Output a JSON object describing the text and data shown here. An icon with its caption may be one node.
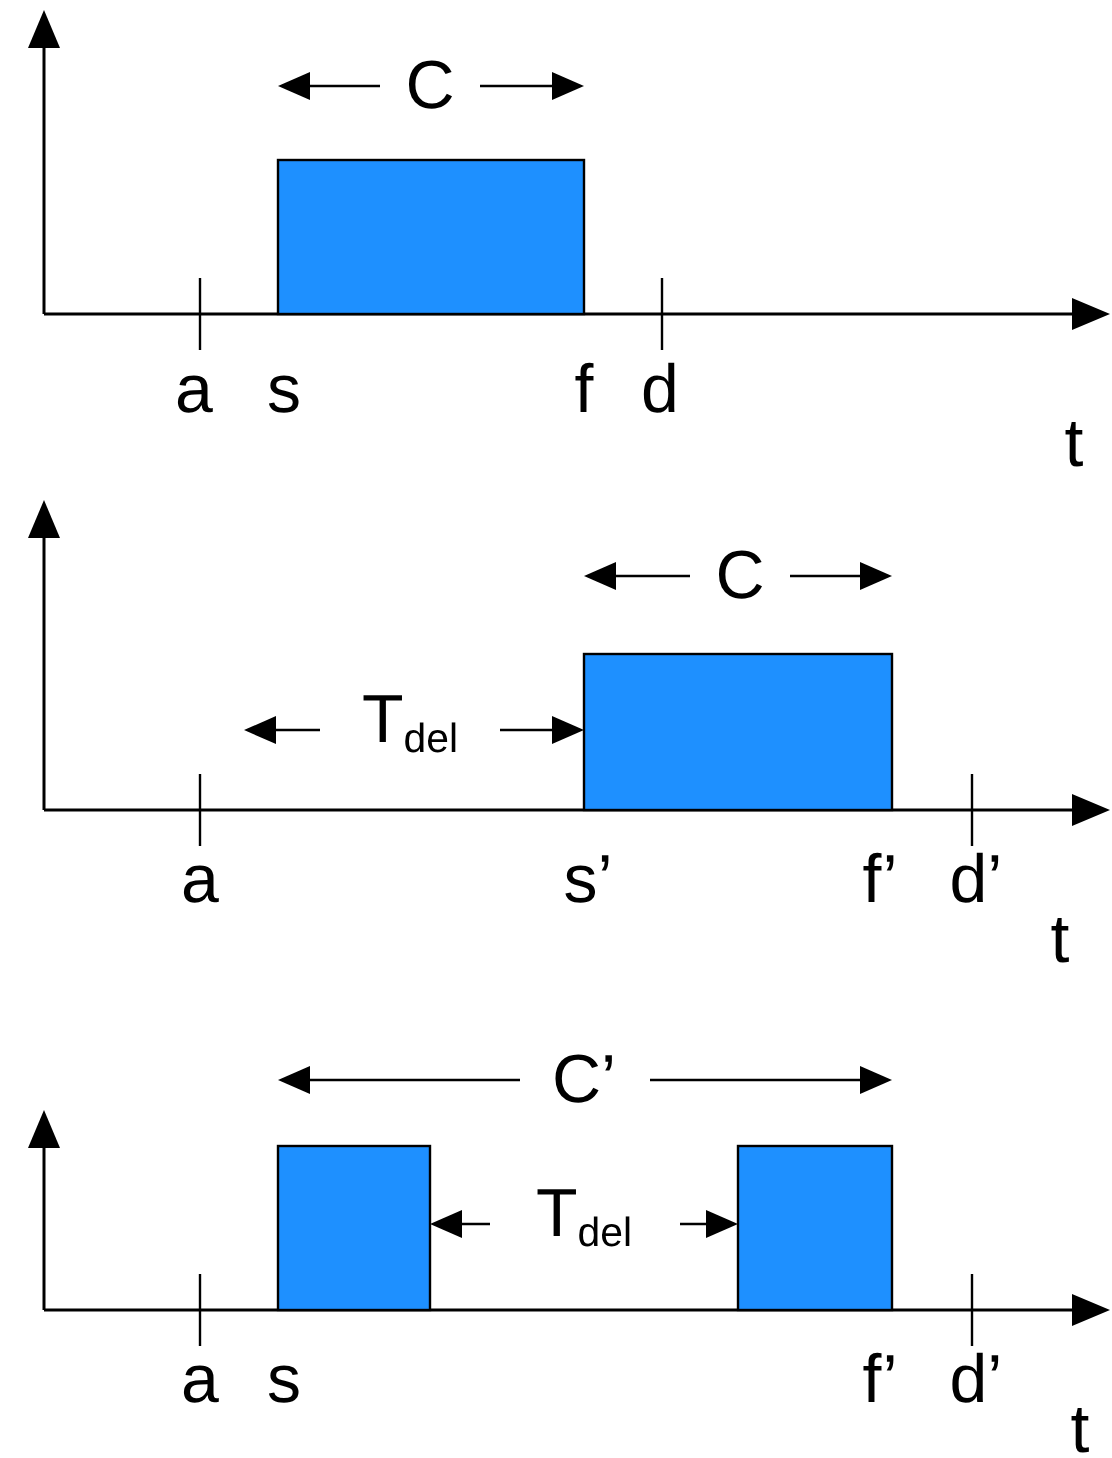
{
  "diagram": {
    "nodes": [
      {
        "text": [],
        "shape": "bar"
      },
      {
        "text": [],
        "shape": "bar"
      },
      {
        "text": [],
        "shape": "bar"
      },
      {
        "text": [],
        "shape": "bar"
      }
    ],
    "labels": [
      "C",
      "a",
      "s",
      "f",
      "d",
      "t",
      "C",
      "T$_{del}$",
      "a",
      "s’",
      "f’",
      "d’",
      "t",
      "C’",
      "T$_{del}$",
      "a",
      "s",
      "f’",
      "d’",
      "t"
    ]
  }
}
